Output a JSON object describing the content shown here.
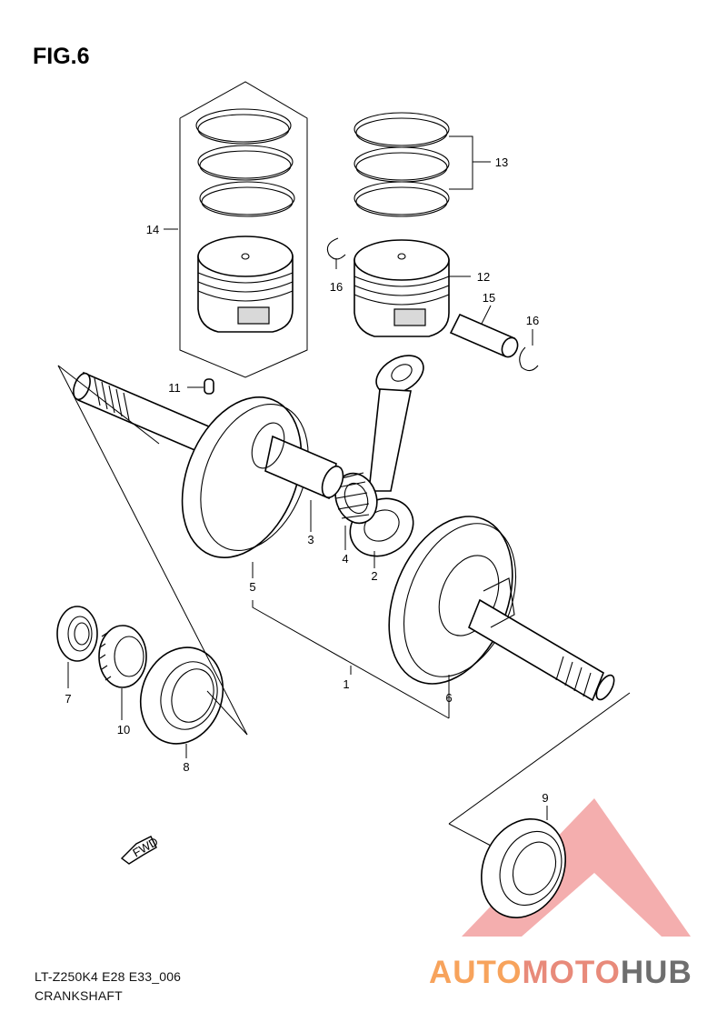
{
  "figure": {
    "title": "FIG.6",
    "model_code": "LT-Z250K4 E28 E33_006",
    "section_name": "CRANKSHAFT",
    "fwd_label": "FWD"
  },
  "watermark": {
    "part1": "AUTO",
    "part2": "MOTO",
    "part3": "HUB",
    "color_primary": "#f7a35c",
    "color_secondary": "#e88a7a",
    "color_tertiary": "#6e6e6e",
    "triangle_color": "#f08080"
  },
  "callouts": [
    {
      "id": "c1",
      "label": "1"
    },
    {
      "id": "c2",
      "label": "2"
    },
    {
      "id": "c3",
      "label": "3"
    },
    {
      "id": "c4",
      "label": "4"
    },
    {
      "id": "c5",
      "label": "5"
    },
    {
      "id": "c6",
      "label": "6"
    },
    {
      "id": "c7",
      "label": "7"
    },
    {
      "id": "c8",
      "label": "8"
    },
    {
      "id": "c9",
      "label": "9"
    },
    {
      "id": "c10",
      "label": "10"
    },
    {
      "id": "c11",
      "label": "11"
    },
    {
      "id": "c12",
      "label": "12"
    },
    {
      "id": "c13",
      "label": "13"
    },
    {
      "id": "c14",
      "label": "14"
    },
    {
      "id": "c15",
      "label": "15"
    },
    {
      "id": "c16a",
      "label": "16"
    },
    {
      "id": "c16b",
      "label": "16"
    }
  ]
}
